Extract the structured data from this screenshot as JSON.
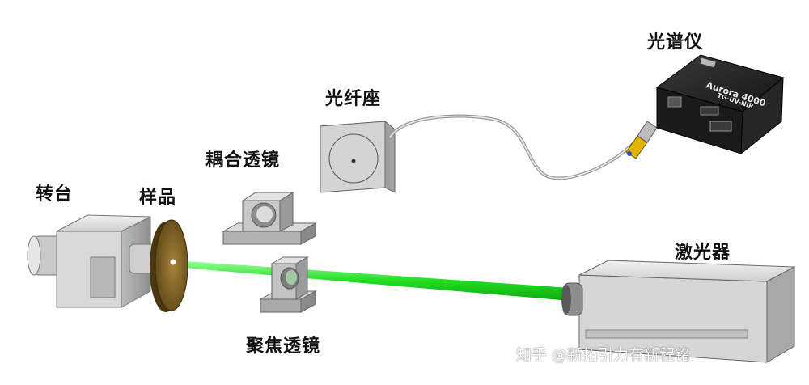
{
  "labels": {
    "spectrometer": "光谱仪",
    "fiber_mount": "光纤座",
    "coupling_lens": "耦合透镜",
    "rotary_stage": "转台",
    "sample": "样品",
    "focusing_lens": "聚焦透镜",
    "laser": "激光器"
  },
  "spectrometer_device": {
    "model": "Aurora 4000",
    "variant": "TG-UV-NIR"
  },
  "watermark": "知乎 @新拓引力有新程铭",
  "colors": {
    "laser_beam": "#2ee82e",
    "sample_disc": "#8a6a2c",
    "spectrometer_body": "#1e1e1e",
    "metal_light": "#dcdcdc",
    "metal_dark": "#8c8c8c",
    "fiber_connector": "#e0b400"
  }
}
